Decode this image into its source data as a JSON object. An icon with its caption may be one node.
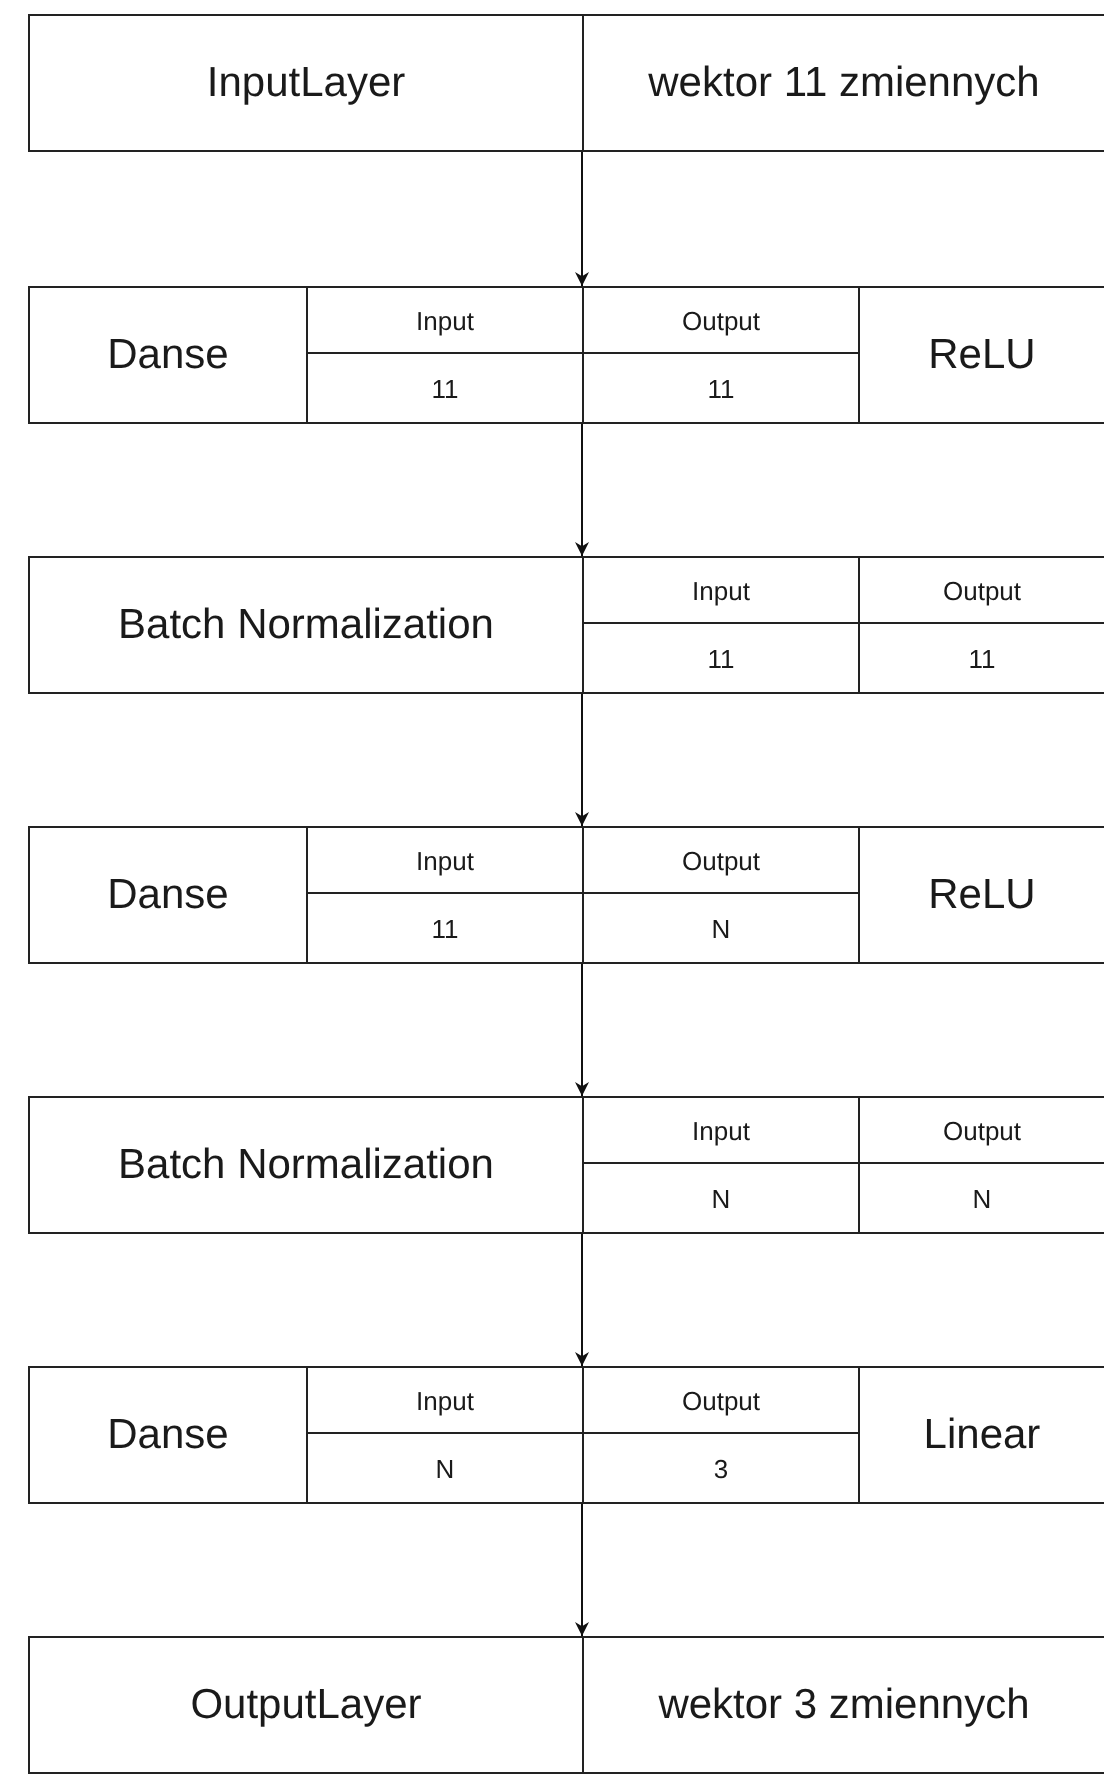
{
  "diagram": {
    "nodes": [
      {
        "text": [],
        "shape": "box"
      },
      {
        "text": [
          "InputLayer"
        ],
        "in": 0
      },
      {
        "text": [
          "wektor 11 zmiennych"
        ],
        "in": 0
      },
      {
        "text": [],
        "shape": "box"
      },
      {
        "text": [
          "Danse"
        ],
        "in": 3
      },
      {
        "text": [
          "Input"
        ],
        "in": 3
      },
      {
        "text": [
          "Output"
        ],
        "in": 3
      },
      {
        "text": [
          "ReLU"
        ],
        "in": 3
      },
      {
        "text": [
          "11"
        ],
        "in": 3
      },
      {
        "text": [
          "11"
        ],
        "in": 3
      },
      {
        "text": [],
        "shape": "box"
      },
      {
        "text": [
          "Batch Normalization"
        ],
        "in": 10
      },
      {
        "text": [
          "Input"
        ],
        "in": 10
      },
      {
        "text": [
          "Output"
        ],
        "in": 10
      },
      {
        "text": [
          "11"
        ],
        "in": 10
      },
      {
        "text": [
          "11"
        ],
        "in": 10
      },
      {
        "text": [],
        "shape": "box"
      },
      {
        "text": [
          "Danse"
        ],
        "in": 16
      },
      {
        "text": [
          "Input"
        ],
        "in": 16
      },
      {
        "text": [
          "Output"
        ],
        "in": 16
      },
      {
        "text": [
          "ReLU"
        ],
        "in": 16
      },
      {
        "text": [
          "11"
        ],
        "in": 16
      },
      {
        "text": [
          "N"
        ],
        "in": 16
      },
      {
        "text": [],
        "shape": "box"
      },
      {
        "text": [
          "Batch Normalization"
        ],
        "in": 23
      },
      {
        "text": [
          "Input"
        ],
        "in": 23
      },
      {
        "text": [
          "Output"
        ],
        "in": 23
      },
      {
        "text": [
          "N"
        ],
        "in": 23
      },
      {
        "text": [
          "N"
        ],
        "in": 23
      },
      {
        "text": [],
        "shape": "box"
      },
      {
        "text": [
          "Danse"
        ],
        "in": 29
      },
      {
        "text": [
          "Input"
        ],
        "in": 29
      },
      {
        "text": [
          "Output"
        ],
        "in": 29
      },
      {
        "text": [
          "Linear"
        ],
        "in": 29
      },
      {
        "text": [
          "N"
        ],
        "in": 29
      },
      {
        "text": [
          "3"
        ],
        "in": 29
      },
      {
        "text": [],
        "shape": "box"
      },
      {
        "text": [
          "OutputLayer"
        ],
        "in": 36
      },
      {
        "text": [
          "wektor 3 zmiennych"
        ],
        "in": 36
      }
    ],
    "edges": [
      {
        "from": 0,
        "to": 3,
        "arrow": "to"
      },
      {
        "from": 3,
        "to": 10,
        "arrow": "to"
      },
      {
        "from": 10,
        "to": 16,
        "arrow": "to"
      },
      {
        "from": 16,
        "to": 23,
        "arrow": "to"
      },
      {
        "from": 23,
        "to": 29,
        "arrow": "to"
      },
      {
        "from": 29,
        "to": 36,
        "arrow": "to"
      }
    ]
  }
}
